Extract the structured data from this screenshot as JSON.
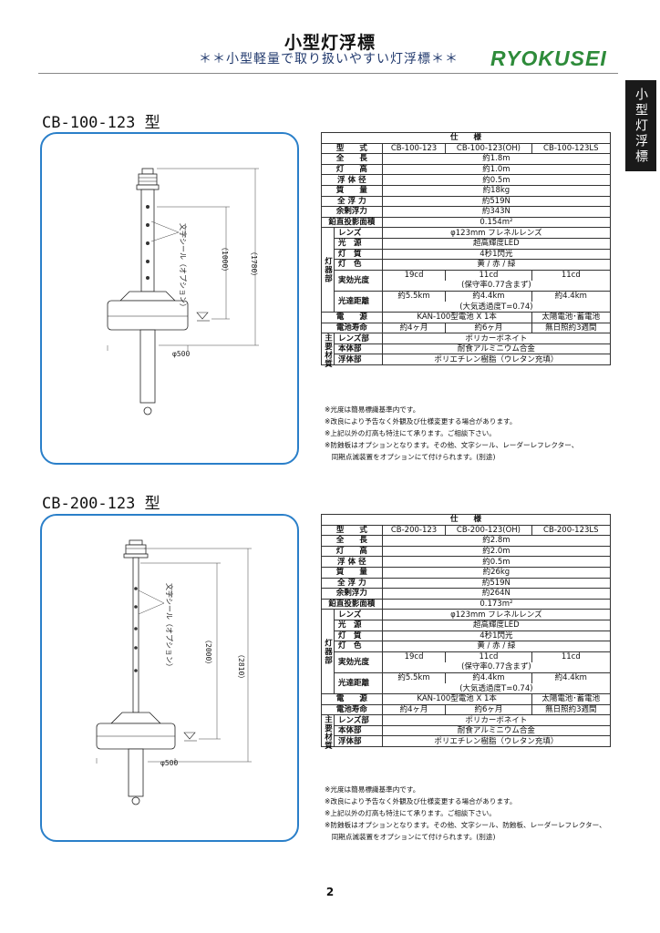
{
  "header": {
    "title": "小型灯浮標",
    "subtitle": "＊＊小型軽量で取り扱いやすい灯浮標＊＊",
    "brand": "RYOKUSEI",
    "side_tab": "小型灯浮標"
  },
  "page_number": "2",
  "models": [
    {
      "title": "CB-100-123 型",
      "diagram": {
        "label_sticker": "文字シール（オプション）",
        "dim_height": "（1000）",
        "dim_total": "（1780）",
        "dim_diameter": "φ500"
      },
      "spec": {
        "heading": "仕　　様",
        "type_label": "型　　式",
        "types": [
          "CB-100-123",
          "CB-100-123(OH)",
          "CB-100-123LS"
        ],
        "rows": [
          {
            "label": "全　　長",
            "value": "約1.8m"
          },
          {
            "label": "灯　　高",
            "value": "約1.0m"
          },
          {
            "label": "浮 体 径",
            "value": "約0.5m"
          },
          {
            "label": "質　　量",
            "value": "約18kg"
          },
          {
            "label": "全 浮 力",
            "value": "約519N"
          },
          {
            "label": "余剰浮力",
            "value": "約343N"
          },
          {
            "label": "鉛直投影面積",
            "value": "0.154m²"
          }
        ],
        "lamp_group": "灯器部",
        "lamp_rows": [
          {
            "label": "レンズ",
            "value": "φ123mm フレネルレンズ"
          },
          {
            "label": "光　源",
            "value": "超高輝度LED"
          },
          {
            "label": "灯　質",
            "value": "4秒1閃光"
          },
          {
            "label": "灯　色",
            "value": "黄 / 赤 / 緑"
          }
        ],
        "intensity_label": "実効光度",
        "intensity_values": [
          "19cd",
          "11cd",
          "11cd"
        ],
        "intensity_note": "(保守率0.77含まず)",
        "range_label": "光達距離",
        "range_values": [
          "約5.5km",
          "約4.4km",
          "約4.4km"
        ],
        "range_note": "(大気透過度T=0.74)",
        "power_label": "電　　源",
        "power_values": [
          "KAN-100型電池 X 1本",
          "太陽電池･蓄電池"
        ],
        "life_label": "電池寿命",
        "life_values": [
          "約4ヶ月",
          "約6ヶ月",
          "無日照約3週間"
        ],
        "material_group": "主要材質",
        "material_rows": [
          {
            "label": "レンズ部",
            "value": "ポリカーボネイト"
          },
          {
            "label": "本体部",
            "value": "耐食アルミニウム合金"
          },
          {
            "label": "浮体部",
            "value": "ポリエチレン樹脂（ウレタン充填）"
          }
        ]
      },
      "notes": [
        "※光度は簡易標識基準内です。",
        "※改良により予告なく外観及び仕様変更する場合があります。",
        "※上記以外の灯高も特注にて承ります。ご相談下さい。",
        "※防蝕板はオプションとなります。その他、文字シール、レーダーレフレクター、",
        "　同期点滅装置をオプションにて付けられます。(別途)"
      ]
    },
    {
      "title": "CB-200-123 型",
      "diagram": {
        "label_sticker": "文字シール（オプション）",
        "dim_height": "（2000）",
        "dim_total": "（2810）",
        "dim_diameter": "φ500"
      },
      "spec": {
        "heading": "仕　　様",
        "type_label": "型　　式",
        "types": [
          "CB-200-123",
          "CB-200-123(OH)",
          "CB-200-123LS"
        ],
        "rows": [
          {
            "label": "全　　長",
            "value": "約2.8m"
          },
          {
            "label": "灯　　高",
            "value": "約2.0m"
          },
          {
            "label": "浮 体 径",
            "value": "約0.5m"
          },
          {
            "label": "質　　量",
            "value": "約26kg"
          },
          {
            "label": "全 浮 力",
            "value": "約519N"
          },
          {
            "label": "余剰浮力",
            "value": "約264N"
          },
          {
            "label": "鉛直投影面積",
            "value": "0.173m²"
          }
        ],
        "lamp_group": "灯器部",
        "lamp_rows": [
          {
            "label": "レンズ",
            "value": "φ123mm フレネルレンズ"
          },
          {
            "label": "光　源",
            "value": "超高輝度LED"
          },
          {
            "label": "灯　質",
            "value": "4秒1閃光"
          },
          {
            "label": "灯　色",
            "value": "黄 / 赤 / 緑"
          }
        ],
        "intensity_label": "実効光度",
        "intensity_values": [
          "19cd",
          "11cd",
          "11cd"
        ],
        "intensity_note": "(保守率0.77含まず)",
        "range_label": "光達距離",
        "range_values": [
          "約5.5km",
          "約4.4km",
          "約4.4km"
        ],
        "range_note": "(大気透過度T=0.74)",
        "power_label": "電　　源",
        "power_values": [
          "KAN-100型電池 X 1本",
          "太陽電池･蓄電池"
        ],
        "life_label": "電池寿命",
        "life_values": [
          "約4ヶ月",
          "約6ヶ月",
          "無日照約3週間"
        ],
        "material_group": "主要材質",
        "material_rows": [
          {
            "label": "レンズ部",
            "value": "ポリカーボネイト"
          },
          {
            "label": "本体部",
            "value": "耐食アルミニウム合金"
          },
          {
            "label": "浮体部",
            "value": "ポリエチレン樹脂（ウレタン充填）"
          }
        ]
      },
      "notes": [
        "※光度は簡易標識基準内です。",
        "※改良により予告なく外観及び仕様変更する場合があります。",
        "※上記以外の灯高も特注にて承ります。ご相談下さい。",
        "※防蝕板はオプションとなります。その他、文字シール、防蝕板、レーダーレフレクター、",
        "　同期点滅装置をオプションにて付けられます。(別途)"
      ]
    }
  ]
}
